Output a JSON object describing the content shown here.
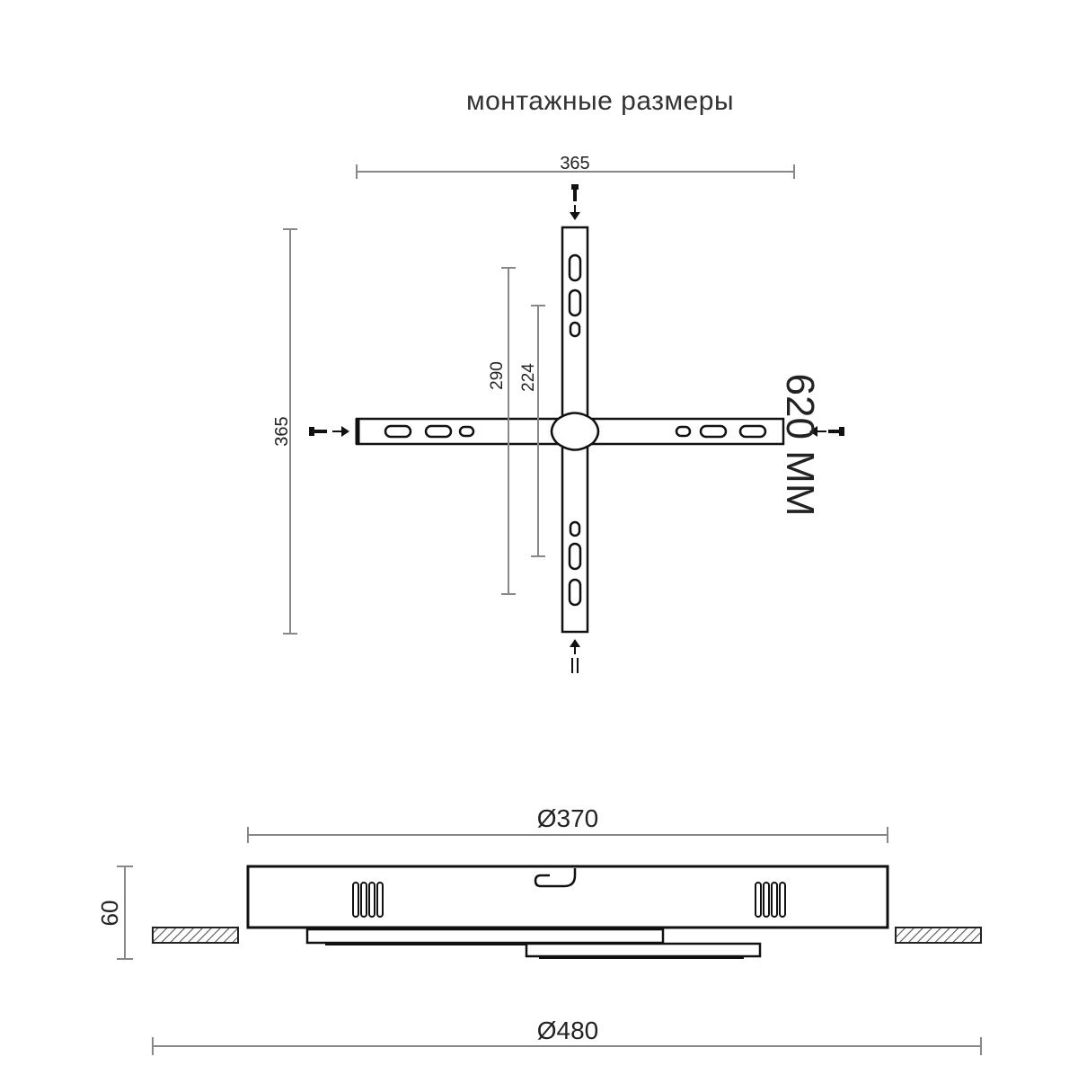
{
  "title": "монтажные размеры",
  "mounting": {
    "width_label": "365",
    "height_label": "365",
    "slot_span_label": "290",
    "inner_span_label": "224",
    "distance_label": "620 MM"
  },
  "side_view": {
    "top_diameter_label": "Ø370",
    "height_label": "60",
    "bottom_diameter_label": "Ø480"
  },
  "colors": {
    "line": "#111111",
    "dimension": "#888888",
    "hatch": "#555555"
  }
}
